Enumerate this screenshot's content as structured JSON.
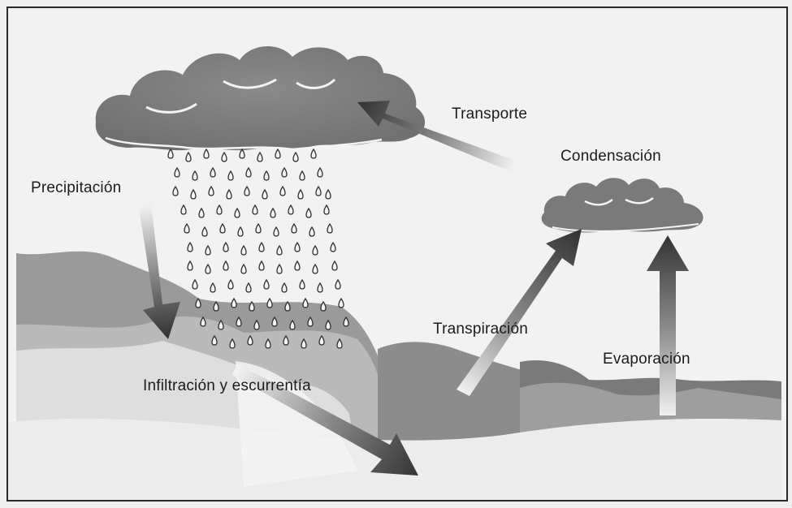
{
  "diagram": {
    "labels": {
      "transporte": "Transporte",
      "condensacion": "Condensación",
      "precipitacion": "Precipitación",
      "transpiracion": "Transpiración",
      "evaporacion": "Evaporación",
      "infiltracion": "Infiltración y escurrentía"
    },
    "colors": {
      "cloud": "#7d7d7d",
      "arrow_dark": "#444444",
      "ground_light": "#e7e7e7",
      "hills": "#8a8a8a",
      "background": "#f2f2f2"
    }
  }
}
